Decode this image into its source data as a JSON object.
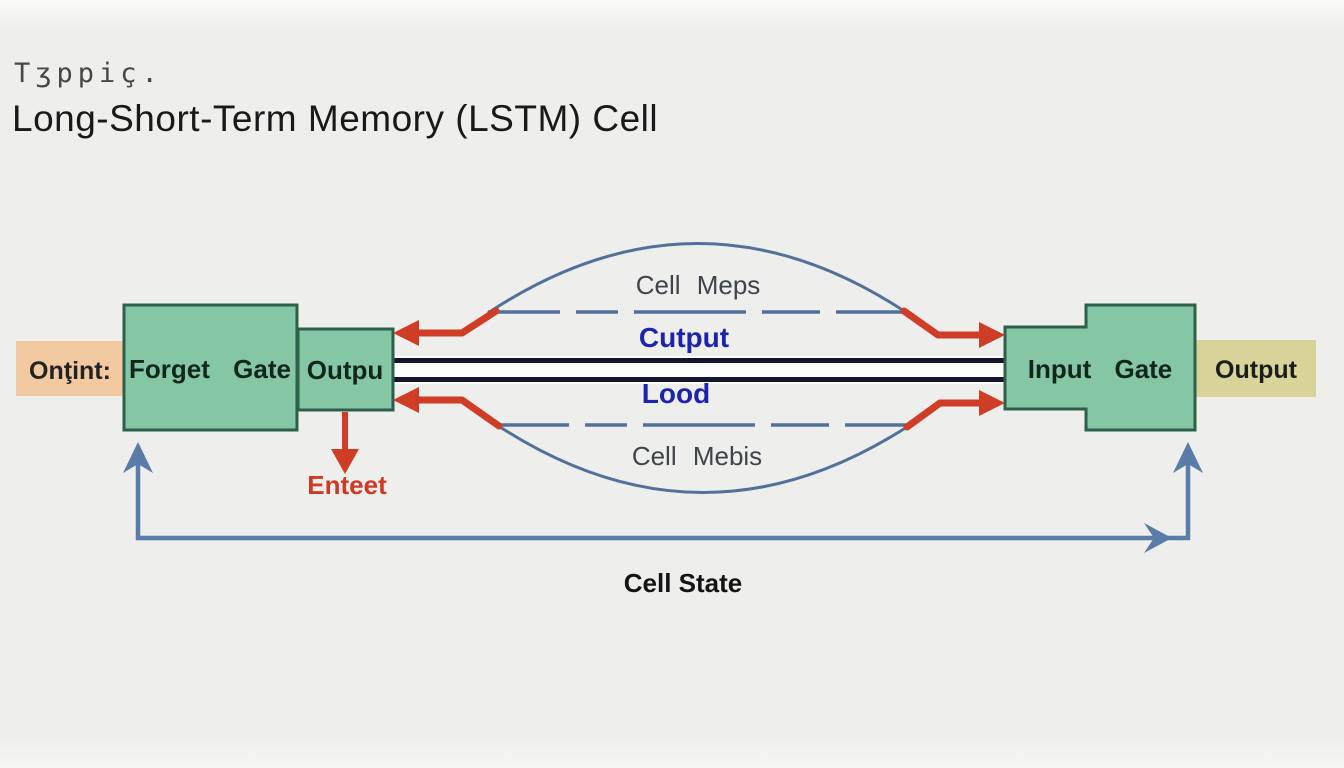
{
  "header": {
    "topic": "Tʒppiç.",
    "title": "Long-Short-Term Memory (LSTM) Cell"
  },
  "diagram": {
    "labels": {
      "left_input": "Onţint:",
      "forget_gate": "Forget Gate",
      "left_small_box": "Outpu",
      "input_gate": "Input Gate",
      "right_output": "Output",
      "loop_top": "Cell Meps",
      "bus_top": "Cutput",
      "bus_bottom": "Lood",
      "loop_bottom": "Cell Mebis",
      "enter": "Enteet",
      "cell_state": "Cell State"
    },
    "colors": {
      "background": "#eeeeec",
      "gate_fill": "#85c7a4",
      "gate_border": "#2d5f4a",
      "input_tag_fill": "#f2c9a1",
      "output_tag_fill": "#d8d499",
      "bus_line": "#15152e",
      "bus_gap": "#fdfdfd",
      "red_arrow": "#d03d27",
      "loop_arc": "#52719a",
      "state_loop": "#5b7ba8",
      "bus_text": "#1c24ae",
      "hidden_text": "#3f444b"
    }
  }
}
